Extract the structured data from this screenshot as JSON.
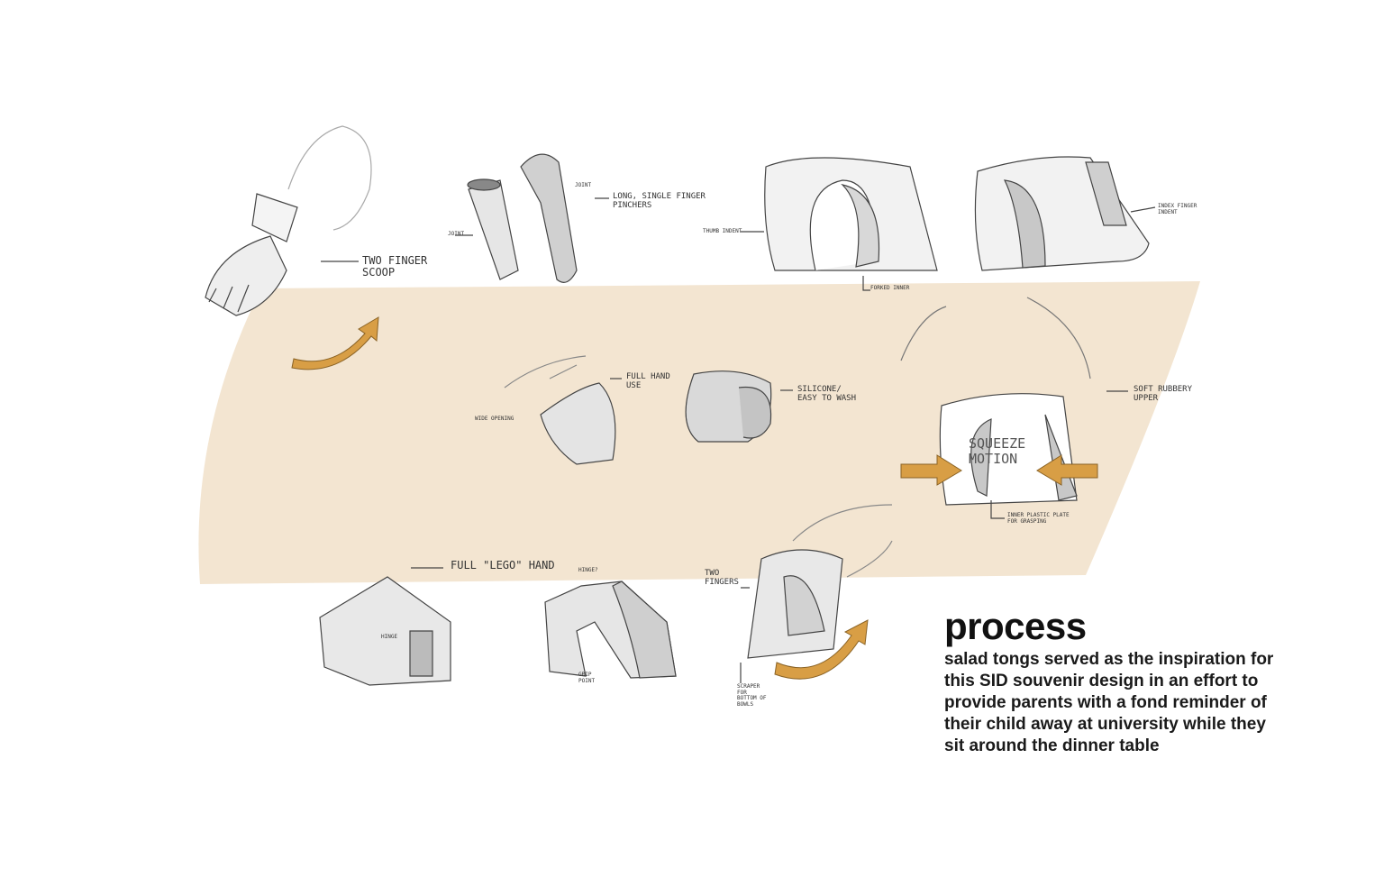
{
  "annotations": {
    "two_finger_scoop": "TWO FINGER\nSCOOP",
    "joint_top": "JOINT",
    "long_single_finger": "LONG, SINGLE FINGER\nPINCHERS",
    "joint_left": "JOINT",
    "thumb_indent": "THUMB INDENT",
    "forked_inner": "FORKED INNER",
    "index_finger_indent": "INDEX FINGER\nINDENT",
    "full_hand_use": "FULL HAND\nUSE",
    "silicone": "SILICONE/\nEASY TO WASH",
    "wide_opening": "WIDE OPENING",
    "soft_rubbery_upper": "SOFT RUBBERY\nUPPER",
    "squeeze_motion": "SQUEEZE\nMOTION",
    "inner_plastic_plate": "INNER PLASTIC PLATE\nFOR GRASPING",
    "full_lego_hand": "FULL \"LEGO\" HAND",
    "hinge": "HINGE",
    "hinge_q": "HINGE?",
    "grip_point": "GRIP\nPOINT",
    "two_fingers": "TWO\nFINGERS",
    "scraper": "SCRAPER\nFOR\nBOTTOM OF\nBOWLS"
  },
  "process": {
    "title": "process",
    "body": "salad tongs served as the inspiration for this SID souvenir design in an effort to provide parents with a fond reminder of their child away at university while they sit around the dinner table"
  },
  "colors": {
    "band": "#f3e5d1",
    "arrow": "#d89e45",
    "sketch": "#d6d6d6"
  }
}
